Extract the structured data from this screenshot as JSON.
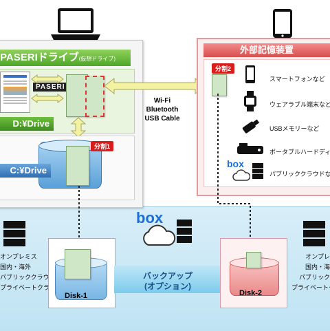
{
  "left_panel": {
    "title": "PASERIドライブ",
    "title_sub": "(仮想ドライブ)",
    "virtual_drive": "D:¥Drive",
    "physical_drive": "C:¥Drive",
    "logo": "PASERI",
    "split1": "分割1"
  },
  "connection": {
    "lines": [
      "Wi-Fi",
      "Bluetooth",
      "USB Cable"
    ]
  },
  "right_panel": {
    "title": "外部記憶装置",
    "split2": "分割2",
    "devices": [
      {
        "label": "スマートフォンなど",
        "icon": "smartphone-icon"
      },
      {
        "label": "ウェアラブル端末など",
        "icon": "smartwatch-icon"
      },
      {
        "label": "USBメモリーなど",
        "icon": "usb-memory-icon"
      },
      {
        "label": "ポータブルハードディ",
        "icon": "portable-hdd-icon"
      },
      {
        "label": "パブリッククラウドなど",
        "icon": "public-cloud-icon"
      }
    ],
    "box_logo": "box"
  },
  "bottom": {
    "left_lines": [
      "オンプレミス",
      "国内・海外",
      "パブリッククラウド",
      "プライベートクラウド"
    ],
    "right_lines": [
      "オンプレ",
      "国内・海",
      "パブリック",
      "プライベートク"
    ],
    "disk1": "Disk-1",
    "disk2": "Disk-2",
    "backup_line1": "バックアップ",
    "backup_line2": "(オプション)",
    "box_logo": "box"
  }
}
